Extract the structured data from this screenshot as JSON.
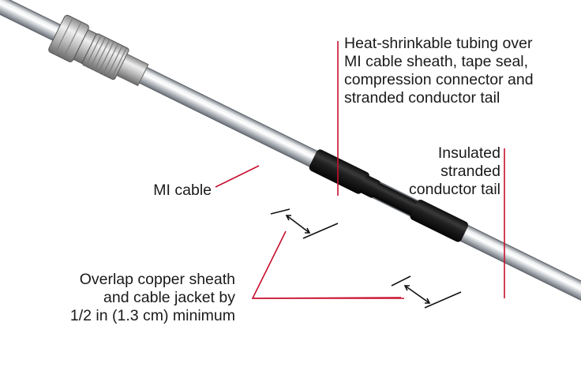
{
  "labels": {
    "heat_shrink": {
      "lines": [
        "Heat-shrinkable tubing over",
        "MI cable sheath, tape seal,",
        "compression connector and",
        "stranded conductor tail"
      ]
    },
    "insulated_tail": {
      "lines": [
        "Insulated",
        "stranded",
        "conductor tail"
      ]
    },
    "mi_cable": {
      "lines": [
        "MI cable"
      ]
    },
    "overlap": {
      "lines": [
        "Overlap copper sheath",
        "and cable jacket by",
        "1/2 in (1.3 cm) minimum"
      ]
    }
  },
  "colors": {
    "leader": "#c8102e",
    "arrow": "#111111",
    "cable_light": "#e9ebee",
    "cable_mid": "#b7bcc2",
    "cable_dark": "#6f757c",
    "tubing": "#1b1b1b",
    "fitting": "#c9c9c9"
  }
}
